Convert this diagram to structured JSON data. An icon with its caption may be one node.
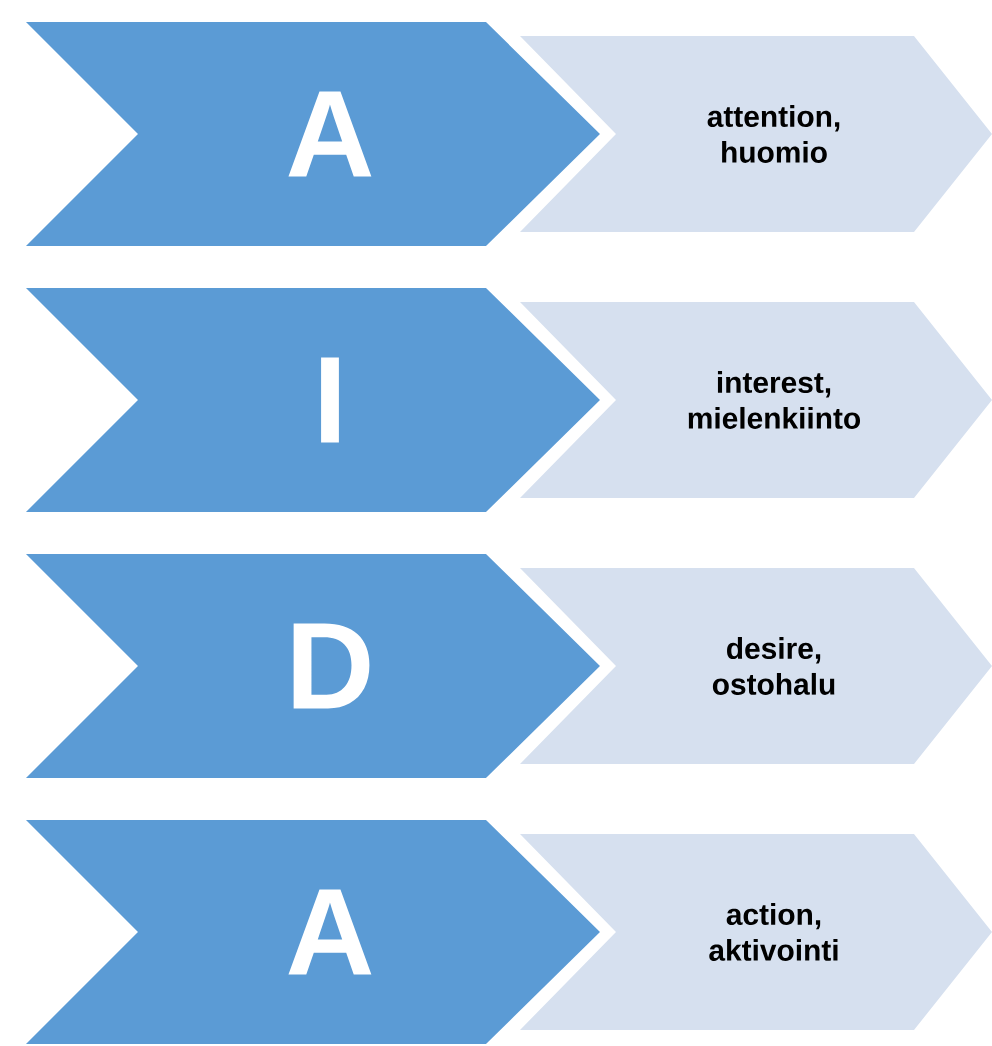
{
  "diagram": {
    "nodes": [
      {
        "text": [
          "A"
        ]
      },
      {
        "text": [
          "attention, huomio"
        ]
      },
      {
        "text": [
          "I"
        ]
      },
      {
        "text": [
          "interest, mielenkiinto"
        ]
      },
      {
        "text": [
          "D"
        ]
      },
      {
        "text": [
          "desire, ostohalu"
        ]
      },
      {
        "text": [
          "A"
        ]
      },
      {
        "text": [
          "action, aktivointi"
        ]
      }
    ]
  }
}
